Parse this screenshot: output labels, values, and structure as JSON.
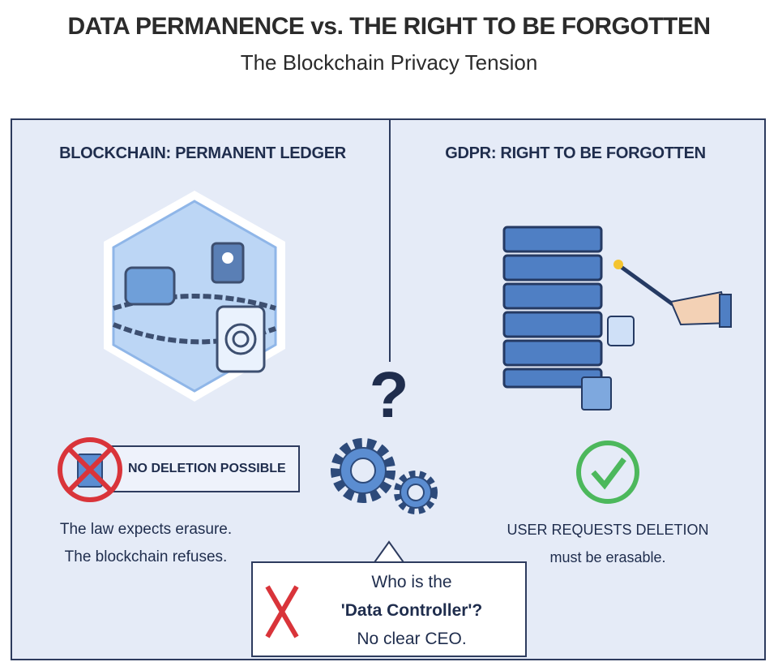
{
  "header": {
    "title": "DATA PERMANENCE vs. THE RIGHT TO BE FORGOTTEN",
    "subtitle": "The Blockchain Privacy Tension"
  },
  "left": {
    "heading": "BLOCKCHAIN: PERMANENT LEDGER",
    "badge": "NO DELETION POSSIBLE",
    "line1": "The law expects erasure.",
    "line2": "The blockchain refuses."
  },
  "right": {
    "heading": "GDPR: RIGHT TO BE FORGOTTEN",
    "line1": "USER REQUESTS DELETION",
    "line2": "must be erasable."
  },
  "center": {
    "question": "?",
    "bubble_line1": "Who is the",
    "bubble_line2": "'Data Controller'?",
    "bubble_line3": "No clear CEO."
  },
  "colors": {
    "navy": "#1f2d4d",
    "panel": "#e5ebf7",
    "accent_blue": "#4f7fc4",
    "red": "#d9343a",
    "green": "#4cb85c"
  }
}
